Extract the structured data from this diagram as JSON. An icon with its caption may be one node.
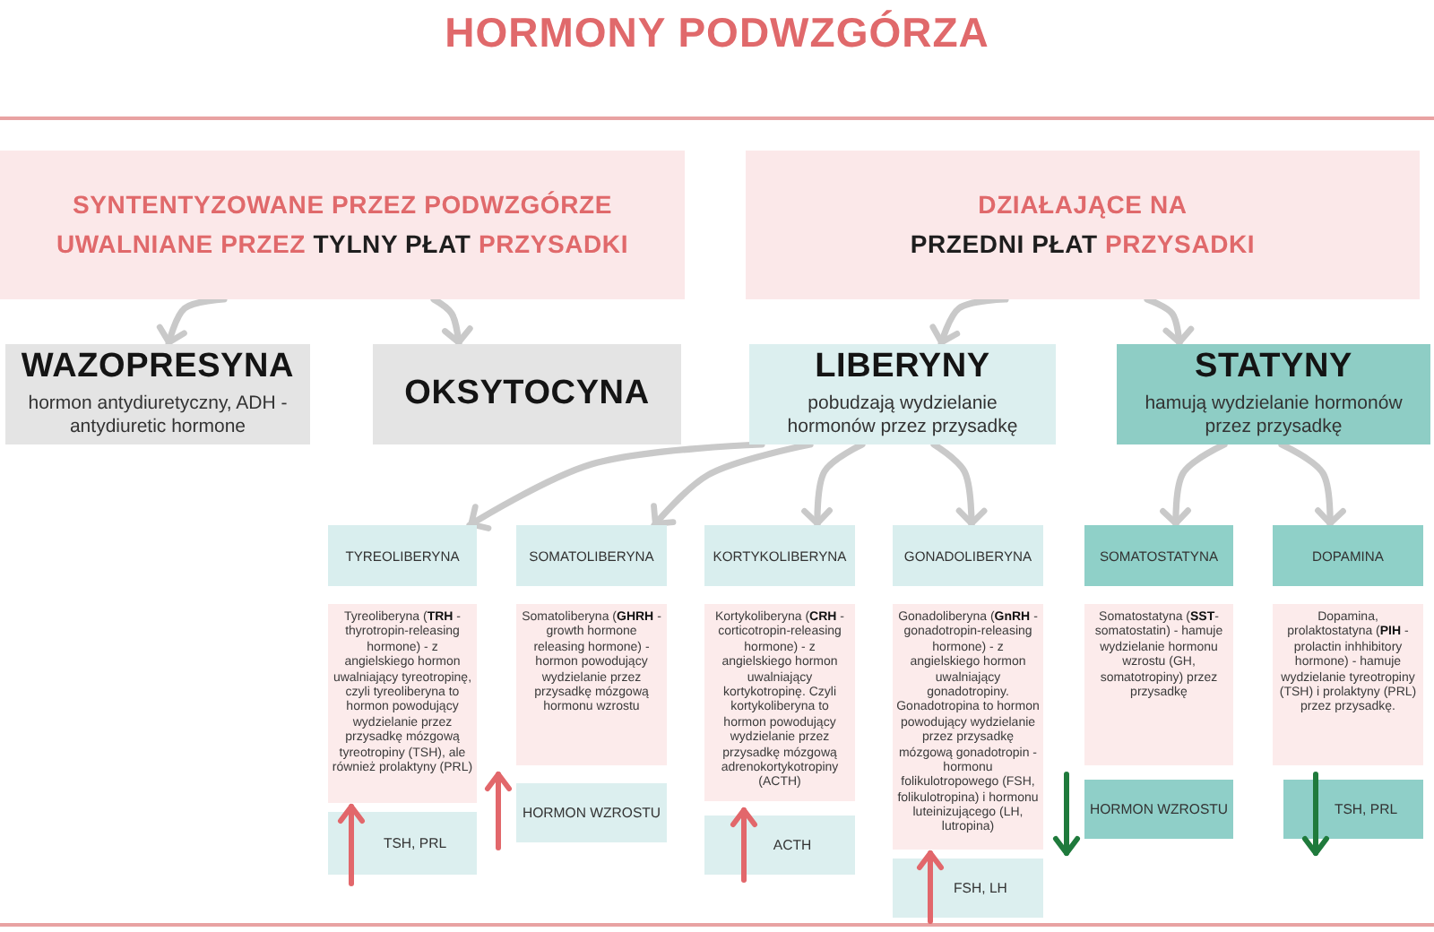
{
  "diagram": {
    "title": "HORMONY PODWZGÓRZA",
    "nodes": [
      {
        "text": [
          "SYNTENTYZOWANE PRZEZ PODWZGÓRZE UWALNIANE PRZEZ **TYLNY PŁAT** PRZYSADKI"
        ]
      },
      {
        "text": [
          "DZIAŁAJĄCE NA **PRZEDNI PŁAT** PRZYSADKI"
        ]
      },
      {
        "text": [
          "WAZOPRESYNA",
          "hormon antydiuretyczny, ADH - antydiuretic hormone"
        ]
      },
      {
        "text": [
          "OKSYTOCYNA"
        ]
      },
      {
        "text": [
          "LIBERYNY",
          "pobudzają wydzielanie hormonów przez przysadkę"
        ]
      },
      {
        "text": [
          "STATYNY",
          "hamują wydzielanie hormonów przez przysadkę"
        ]
      },
      {
        "text": [
          "TYREOLIBERYNA"
        ]
      },
      {
        "text": [
          "SOMATOLIBERYNA"
        ]
      },
      {
        "text": [
          "KORTYKOLIBERYNA"
        ]
      },
      {
        "text": [
          "GONADOLIBERYNA"
        ]
      },
      {
        "text": [
          "SOMATOSTATYNA"
        ]
      },
      {
        "text": [
          "DOPAMINA"
        ]
      },
      {
        "text": [
          "Tyreoliberyna (**TRH** - thyrotropin-releasing hormone) - z angielskiego hormon uwalniający tyreotropinę, czyli tyreoliberyna to hormon powodujący wydzielanie przez przysadkę mózgową tyreotropiny (TSH), ale również prolaktyny (PRL)"
        ]
      },
      {
        "text": [
          "Somatoliberyna (**GHRH** - growth hormone releasing hormone) - hormon powodujący wydzielanie przez przysadkę mózgową hormonu wzrostu"
        ]
      },
      {
        "text": [
          "Kortykoliberyna (**CRH** - corticotropin-releasing hormone) - z angielskiego hormon uwalniający kortykotropinę. Czyli kortykoliberyna to hormon powodujący wydzielanie przez przysadkę mózgową adrenokortykotropiny (ACTH)"
        ]
      },
      {
        "text": [
          "Gonadoliberyna (**GnRH** - gonadotropin-releasing hormone) - z angielskiego hormon uwalniający gonadotropiny. Gonadotropina to hormon powodujący wydzielanie przez przysadkę mózgową gonadotropin - hormonu folikulotropowego (FSH, folikulotropina) i hormonu luteinizującego (LH, lutropina)"
        ]
      },
      {
        "text": [
          "Somatostatyna (**SST**- somatostatin) - hamuje wydzielanie hormonu wzrostu (GH, somatotropiny) przez przysadkę"
        ]
      },
      {
        "text": [
          "Dopamina, prolaktostatyna (**PIH** - prolactin inhhibitory hormone) - hamuje wydzielanie tyreotropiny (TSH) i prolaktyny (PRL) przez przysadkę."
        ]
      },
      {
        "text": [
          "TSH, PRL"
        ]
      },
      {
        "text": [
          "HORMON WZROSTU"
        ]
      },
      {
        "text": [
          "ACTH"
        ]
      },
      {
        "text": [
          "FSH, LH"
        ]
      },
      {
        "text": [
          "HORMON WZROSTU"
        ]
      },
      {
        "text": [
          "TSH, PRL"
        ]
      }
    ],
    "edges": [
      {
        "from": 0,
        "to": 2,
        "arrow": "to"
      },
      {
        "from": 0,
        "to": 3,
        "arrow": "to"
      },
      {
        "from": 1,
        "to": 4,
        "arrow": "to"
      },
      {
        "from": 1,
        "to": 5,
        "arrow": "to"
      },
      {
        "from": 4,
        "to": 6,
        "arrow": "to"
      },
      {
        "from": 4,
        "to": 7,
        "arrow": "to"
      },
      {
        "from": 4,
        "to": 8,
        "arrow": "to"
      },
      {
        "from": 4,
        "to": 9,
        "arrow": "to"
      },
      {
        "from": 5,
        "to": 10,
        "arrow": "to"
      },
      {
        "from": 5,
        "to": 11,
        "arrow": "to"
      }
    ]
  }
}
